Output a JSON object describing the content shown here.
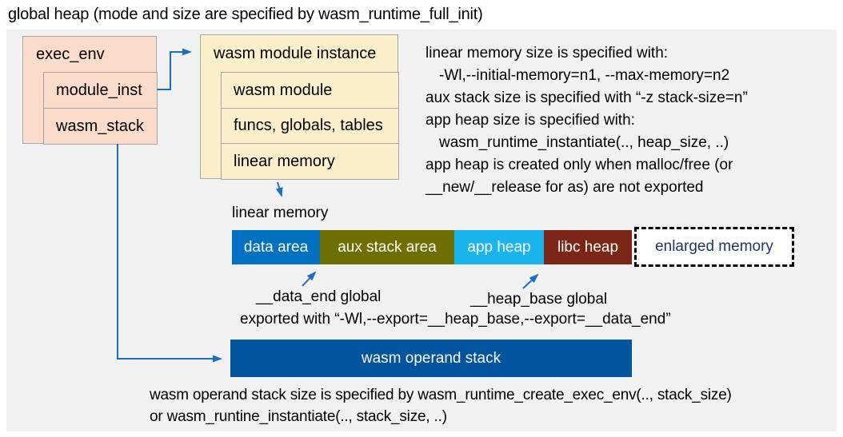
{
  "title": "global heap (mode and size are specified by wasm_runtime_full_init)",
  "exec_env": {
    "header": "exec_env",
    "rows": [
      {
        "label": "module_inst"
      },
      {
        "label": "wasm_stack"
      }
    ]
  },
  "module_instance": {
    "header": "wasm module instance",
    "rows": [
      {
        "label": "wasm module"
      },
      {
        "label": "funcs, globals, tables"
      },
      {
        "label": "linear memory"
      }
    ]
  },
  "notes_right": {
    "line1": "linear memory size is specified with:",
    "line2": "-Wl,--initial-memory=n1, --max-memory=n2",
    "line3": "aux stack size is specified with “-z stack-size=n”",
    "line4": "app heap size is specified with:",
    "line5": "wasm_runtime_instantiate(.., heap_size, ..)",
    "line6": "app heap is created only when malloc/free (or",
    "line7": "__new/__release for as) are not exported"
  },
  "linear_memory": {
    "label": "linear memory",
    "segments": [
      {
        "label": "data area",
        "color": "#0071C0"
      },
      {
        "label": "aux stack area",
        "color": "#6D6F01"
      },
      {
        "label": "app heap",
        "color": "#1AB4EF"
      },
      {
        "label": "libc heap",
        "color": "#7C2617"
      }
    ],
    "enlarged": {
      "label": "enlarged memory",
      "text_color": "#1F3864"
    }
  },
  "annotations": {
    "data_end": "__data_end global",
    "heap_base": "__heap_base global",
    "exported": "exported with “-Wl,--export=__heap_base,--export=__data_end”"
  },
  "operand_stack": {
    "label": "wasm operand stack",
    "color": "#02549E"
  },
  "bottom_notes": {
    "line1": "wasm operand stack size is specified by wasm_runtime_create_exec_env(.., stack_size)",
    "line2": "or wasm_runtine_instantiate(.., stack_size, ..)"
  },
  "colors": {
    "panel_bg": "#F1F1F2",
    "peach_fill": "#FBDCCA",
    "cream_fill": "#FBEFCB",
    "box_border": "#A6A6A6",
    "arrow": "#1B6FC5",
    "text": "#000000"
  }
}
